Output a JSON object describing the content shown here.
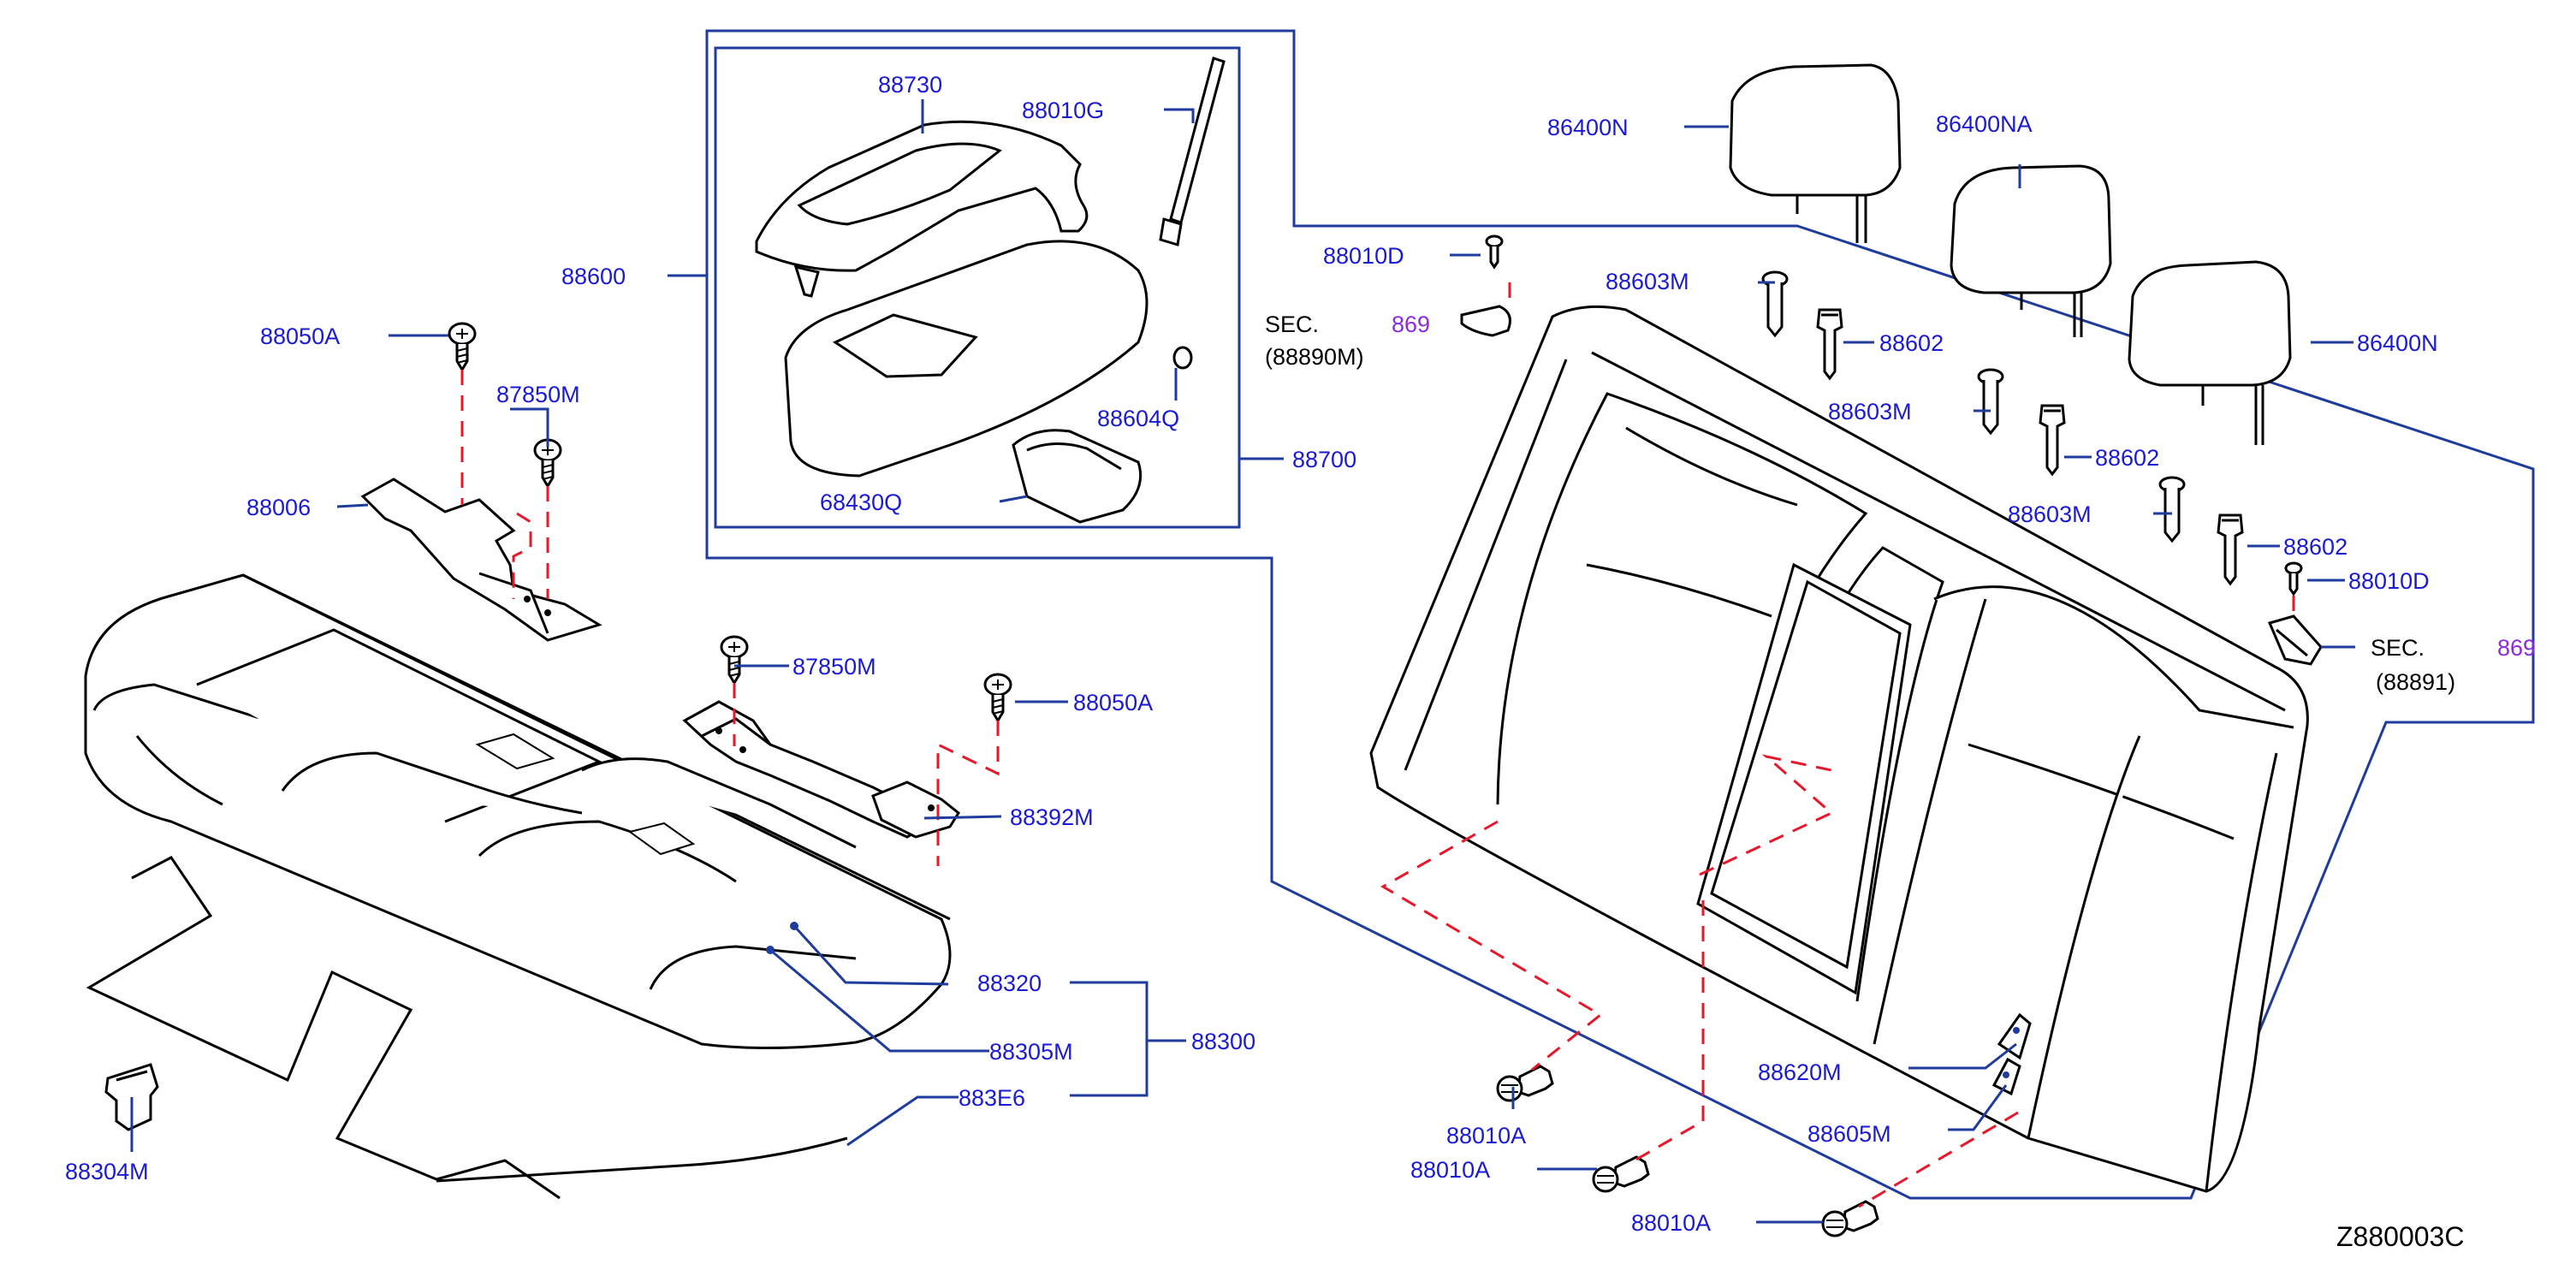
{
  "colors": {
    "label": "#1a1ad6",
    "leader": "#1f3b9c",
    "dashed": "#e8182a",
    "outline": "#000000",
    "sec_number": "#8a2be2"
  },
  "diagram_id": "Z880003C",
  "parts": {
    "p88730": "88730",
    "p88010G": "88010G",
    "p88600": "88600",
    "p88604Q": "88604Q",
    "p88700": "88700",
    "p68430Q": "68430Q",
    "p86400N_top": "86400N",
    "p86400NA": "86400NA",
    "p86400N_right": "86400N",
    "p88010D_top": "88010D",
    "p88603M_1": "88603M",
    "p88602_1": "88602",
    "p88603M_2": "88603M",
    "p88602_2": "88602",
    "p88603M_3": "88603M",
    "p88602_3": "88602",
    "p88010D_right": "88010D",
    "p88050A_left": "88050A",
    "p87850M_top": "87850M",
    "p88006": "88006",
    "p87850M_mid": "87850M",
    "p88050A_right": "88050A",
    "p88392M": "88392M",
    "p88320": "88320",
    "p88305M": "88305M",
    "p88300": "88300",
    "p883E6": "883E6",
    "p88304M": "88304M",
    "p88620M": "88620M",
    "p88605M": "88605M",
    "p88010A_1": "88010A",
    "p88010A_2": "88010A",
    "p88010A_3": "88010A"
  },
  "sec_refs": {
    "top": {
      "prefix": "SEC.",
      "number": "869",
      "sub": "(88890M)"
    },
    "right": {
      "prefix": "SEC.",
      "number": "869",
      "sub": "(88891)"
    }
  },
  "icons": [
    "screw-icon",
    "clip-icon",
    "bracket-icon",
    "hook-icon"
  ]
}
